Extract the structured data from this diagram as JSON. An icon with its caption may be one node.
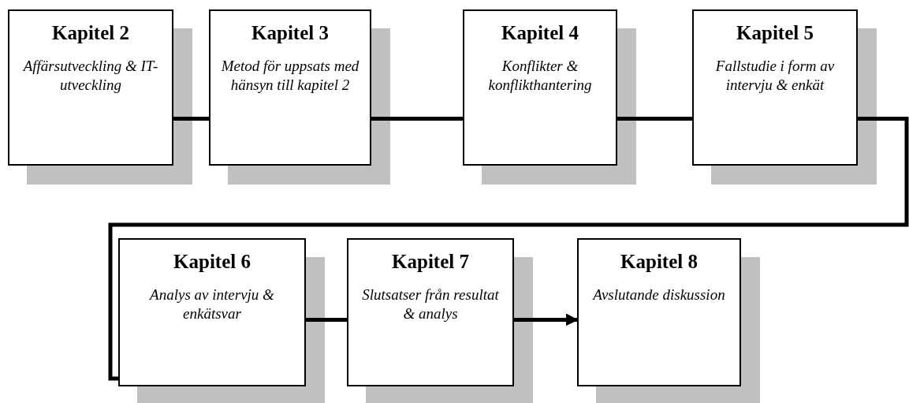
{
  "diagram": {
    "nodes": [
      {
        "text": [
          "Kapitel 2",
          "Affärsutveckling & IT-utveckling"
        ]
      },
      {
        "text": [
          "Kapitel 3",
          "Metod för uppsats med hänsyn till kapitel 2"
        ]
      },
      {
        "text": [
          "Kapitel 4",
          "Konflikter & konflikthantering"
        ]
      },
      {
        "text": [
          "Kapitel 5",
          "Fallstudie i form av intervju & enkät"
        ]
      },
      {
        "text": [
          "Kapitel 6",
          "Analys av intervju & enkätsvar"
        ]
      },
      {
        "text": [
          "Kapitel 7",
          "Slutsatser från resultat & analys"
        ]
      },
      {
        "text": [
          "Kapitel 8",
          "Avslutande diskussion"
        ]
      }
    ],
    "edges": [
      {
        "from": 0,
        "to": 1,
        "arrow": "none"
      },
      {
        "from": 1,
        "to": 2,
        "arrow": "none"
      },
      {
        "from": 2,
        "to": 3,
        "arrow": "none"
      },
      {
        "from": 3,
        "to": 4,
        "arrow": "none"
      },
      {
        "from": 4,
        "to": 5,
        "arrow": "none"
      },
      {
        "from": 5,
        "to": 6,
        "arrow": "to"
      }
    ]
  }
}
